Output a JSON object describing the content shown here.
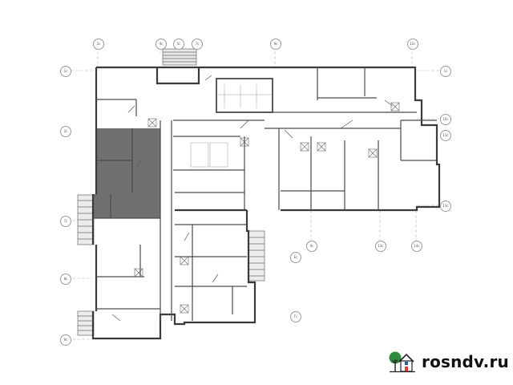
{
  "diagram": {
    "type": "residential-floor-plan",
    "highlighted_apartment_color": "#6e6e6e",
    "wall_color": "#3a3a3a",
    "background": "#ffffff",
    "axis_labels": {
      "top": [
        "2с",
        "4с",
        "5с",
        "7с",
        "9с",
        "12с"
      ],
      "left": [
        "1с",
        "2с",
        "7с",
        "8с",
        "9с"
      ],
      "right": [
        "1с",
        "10с",
        "11с",
        "13с"
      ],
      "inner": [
        "9с",
        "13с",
        "14с",
        "Ес",
        "Гс"
      ]
    }
  },
  "watermark": {
    "text": "rosndv.ru",
    "icon": "house-with-tree-icon",
    "colors": {
      "tree": "#2e8b3a",
      "house_door": "#e53935",
      "house_window": "#1e5bb8",
      "text": "#111111"
    }
  }
}
